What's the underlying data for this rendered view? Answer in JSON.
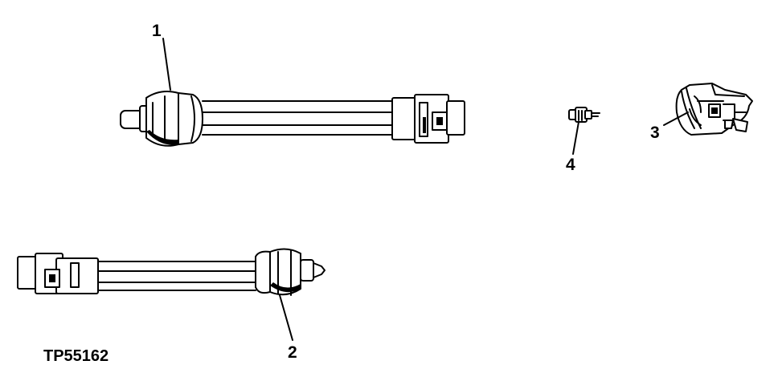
{
  "figure": {
    "id_label": "TP55162",
    "callouts": [
      {
        "number": "1",
        "part": "pressure-switch-upper"
      },
      {
        "number": "2",
        "part": "pressure-switch-lower"
      },
      {
        "number": "3",
        "part": "connector"
      },
      {
        "number": "4",
        "part": "small-sensor"
      }
    ]
  },
  "colors": {
    "ink": "#000000",
    "background": "#ffffff"
  }
}
